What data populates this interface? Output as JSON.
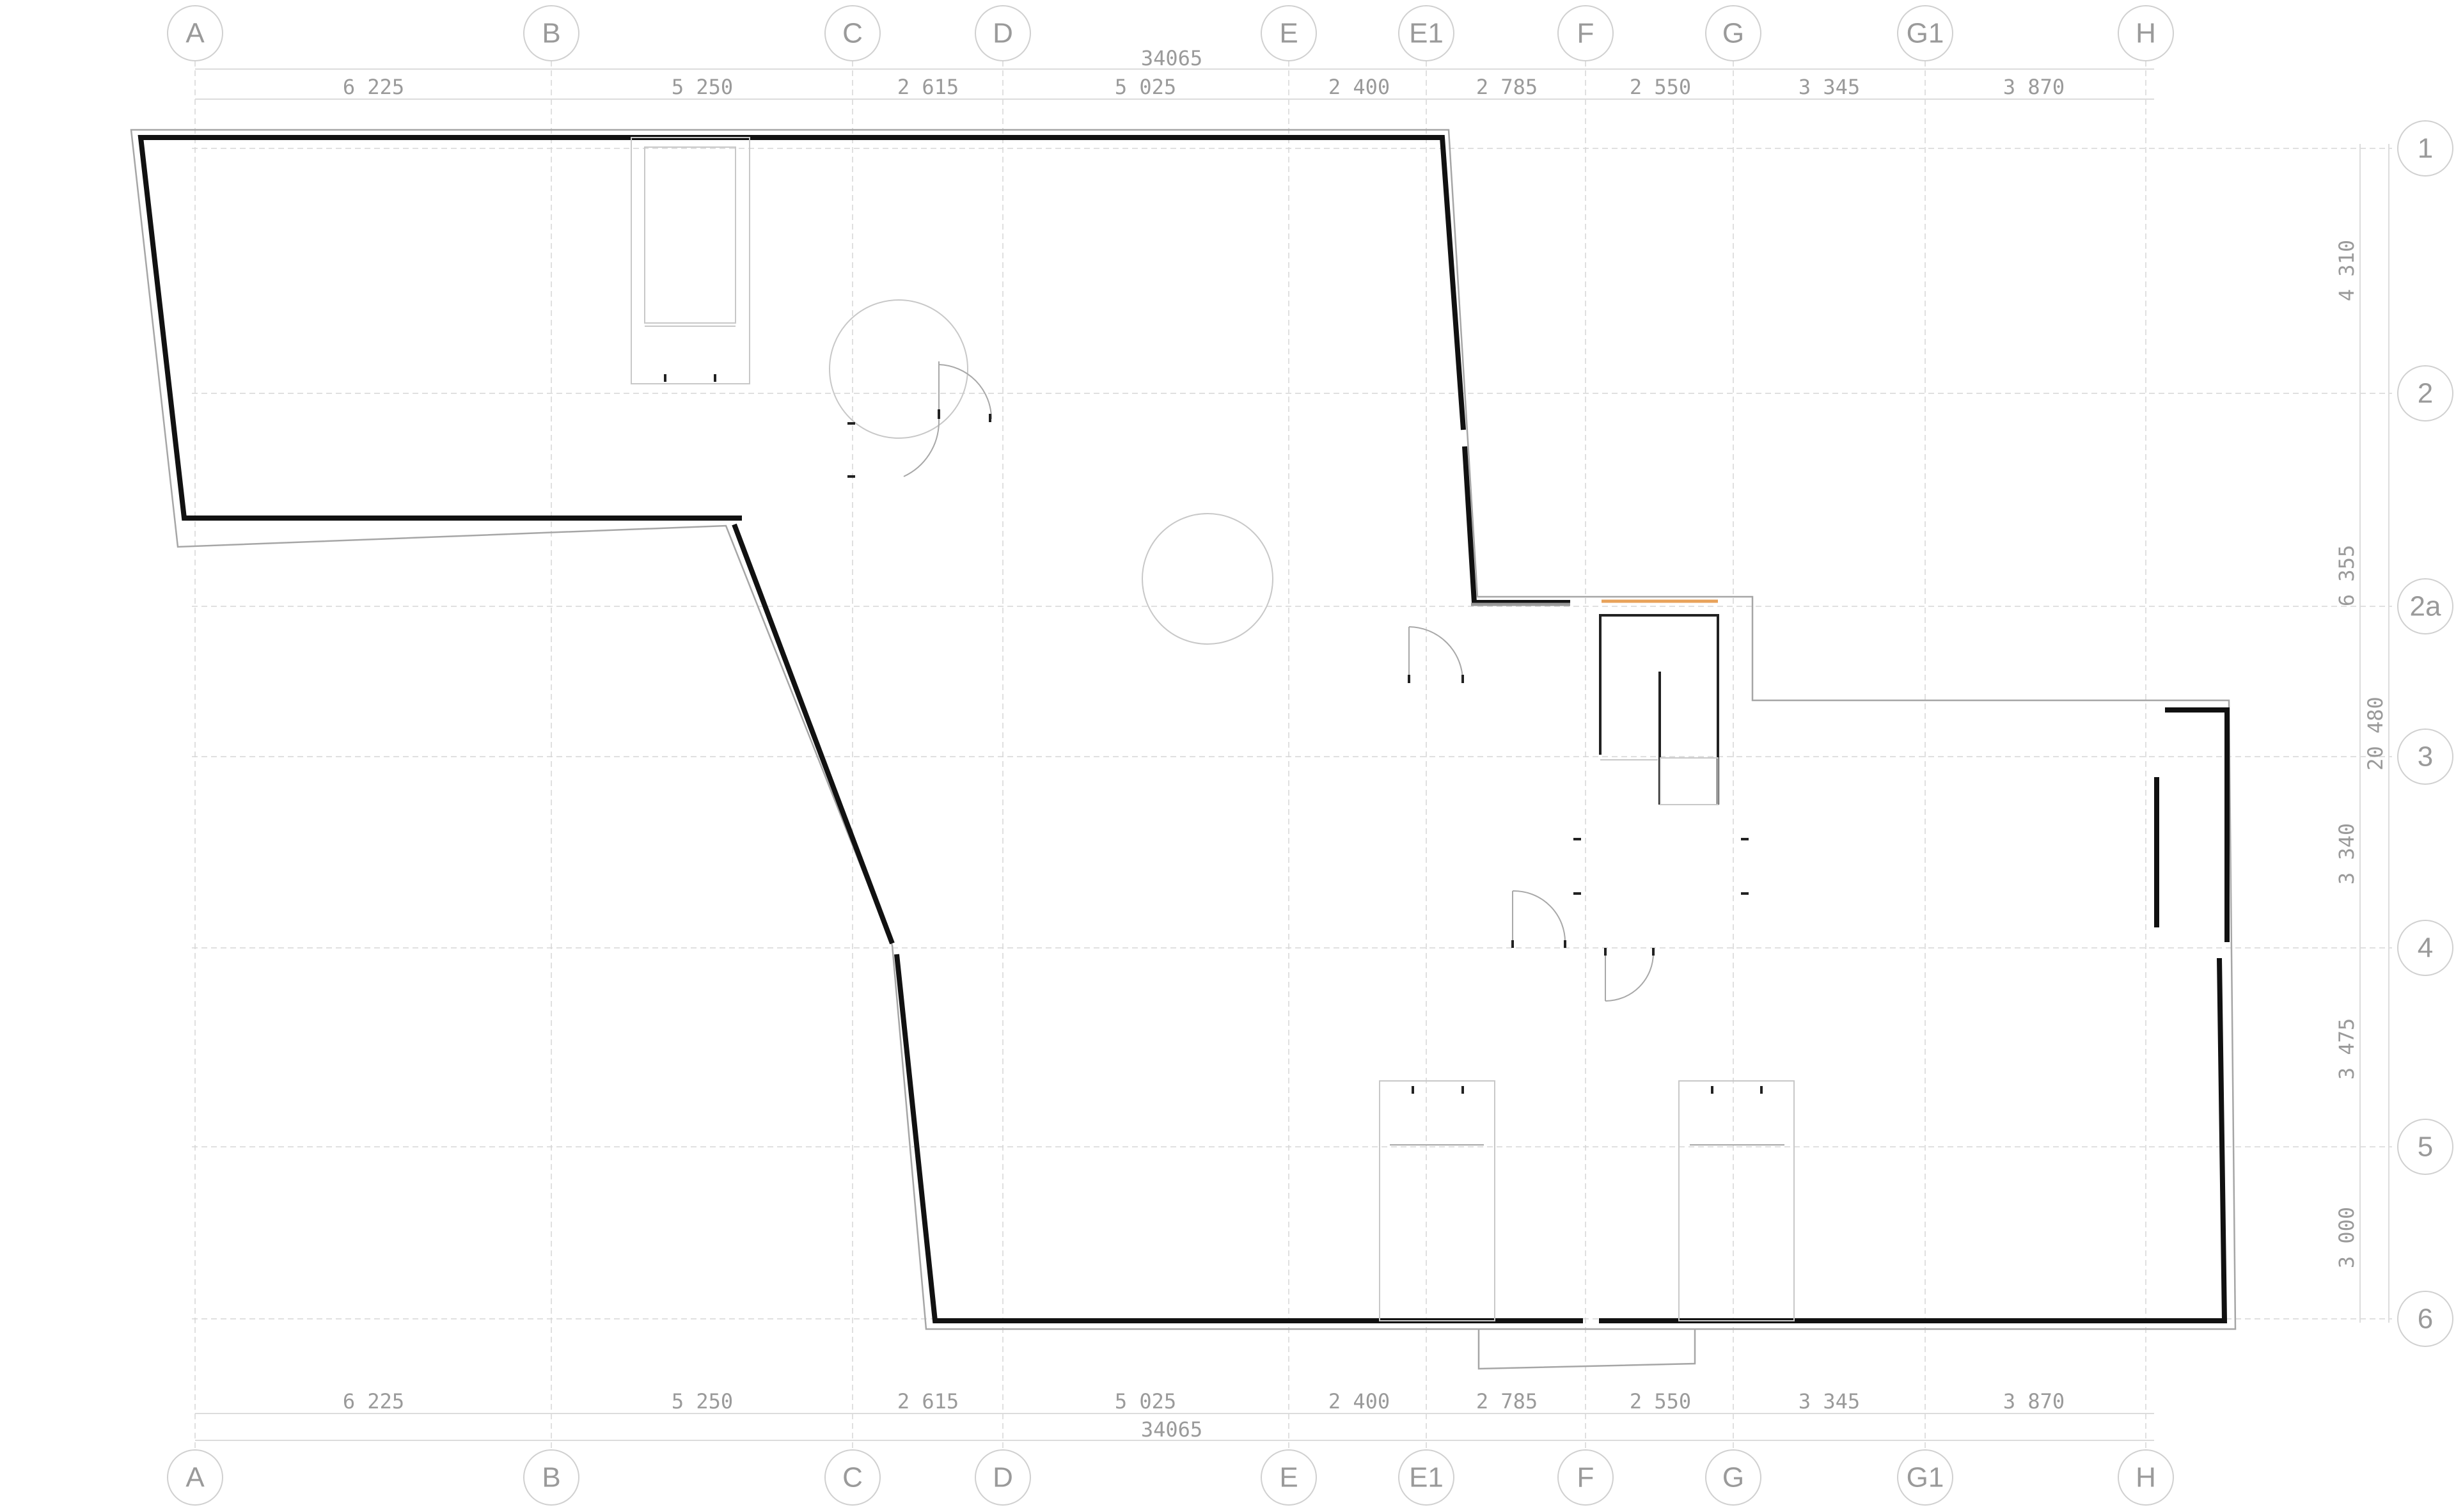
{
  "axes_cols": [
    {
      "label": "A"
    },
    {
      "label": "B"
    },
    {
      "label": "C"
    },
    {
      "label": "D"
    },
    {
      "label": "E"
    },
    {
      "label": "E1"
    },
    {
      "label": "F"
    },
    {
      "label": "G"
    },
    {
      "label": "G1"
    },
    {
      "label": "H"
    }
  ],
  "axes_rows": [
    {
      "label": "1"
    },
    {
      "label": "2"
    },
    {
      "label": "2a"
    },
    {
      "label": "3"
    },
    {
      "label": "4"
    },
    {
      "label": "5"
    },
    {
      "label": "6"
    }
  ],
  "dims_top": [
    "6 225",
    "5 250",
    "2 615",
    "5 025",
    "2 400",
    "2 785",
    "2 550",
    "3 345",
    "3 870"
  ],
  "dims_bottom": [
    "6 225",
    "5 250",
    "2 615",
    "5 025",
    "2 400",
    "2 785",
    "2 550",
    "3 345",
    "3 870"
  ],
  "total_top": "34065",
  "total_bottom": "34065",
  "dims_right": [
    "4 310",
    "6 355",
    "3 340",
    "3 475",
    "3 000"
  ],
  "total_right": "20 480",
  "colors": {
    "wall": "#111111",
    "grid": "#d6d6d6",
    "accent": "#e8a25a"
  }
}
